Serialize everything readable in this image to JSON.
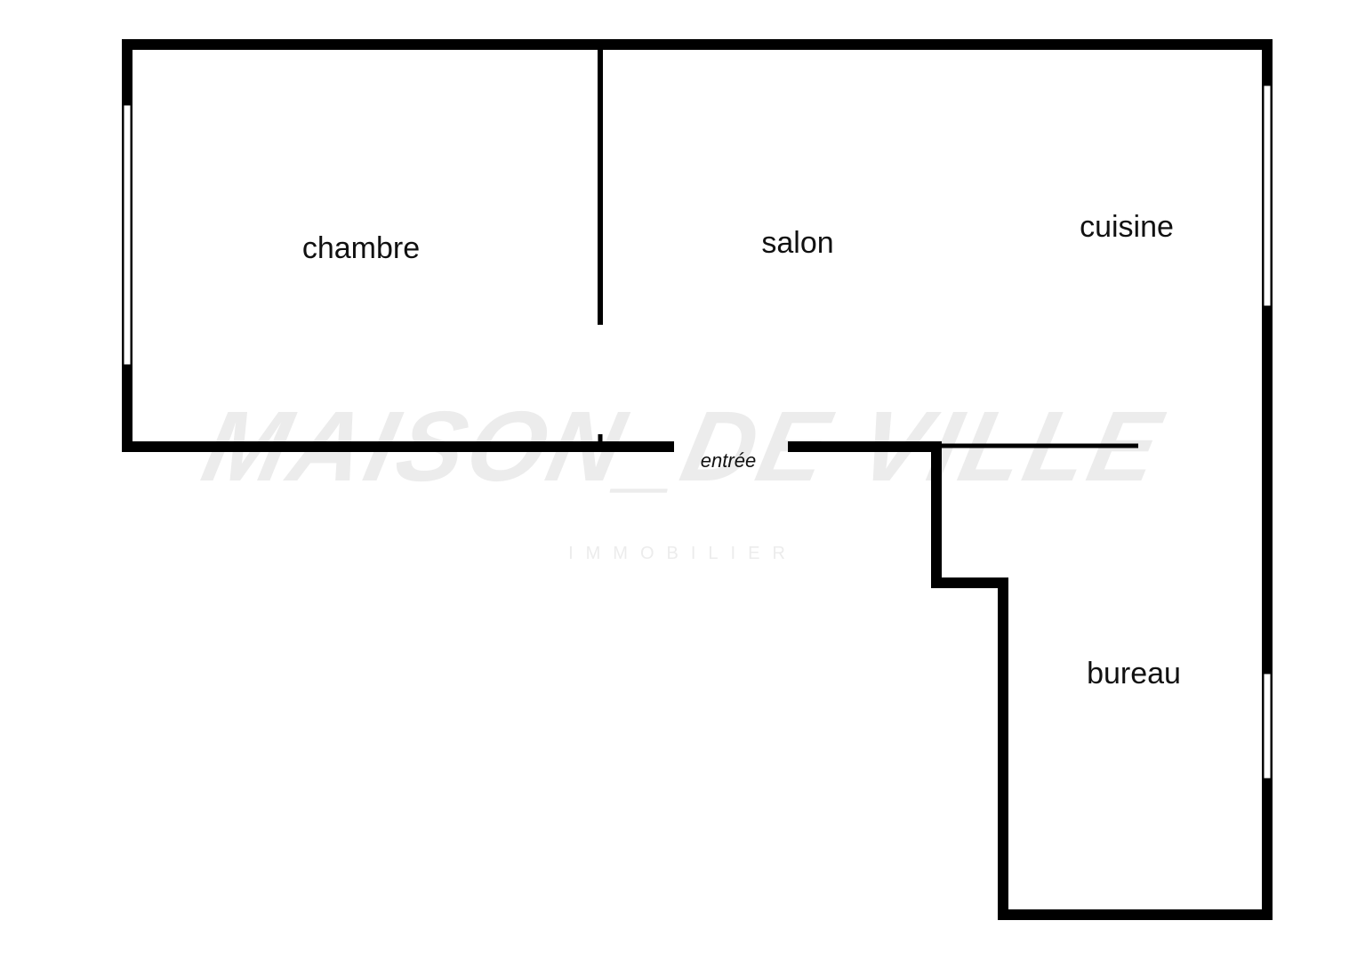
{
  "plan": {
    "wall_color": "#000000",
    "window_color": "#ffffff",
    "background_color": "#ffffff",
    "watermark_color": "#ececec"
  },
  "watermark": {
    "brand": "MAISON_DE VILLE",
    "tagline": "IMMOBILIER"
  },
  "rooms": {
    "chambre": "chambre",
    "salon": "salon",
    "cuisine": "cuisine",
    "bureau": "bureau",
    "entree": "entrée"
  }
}
